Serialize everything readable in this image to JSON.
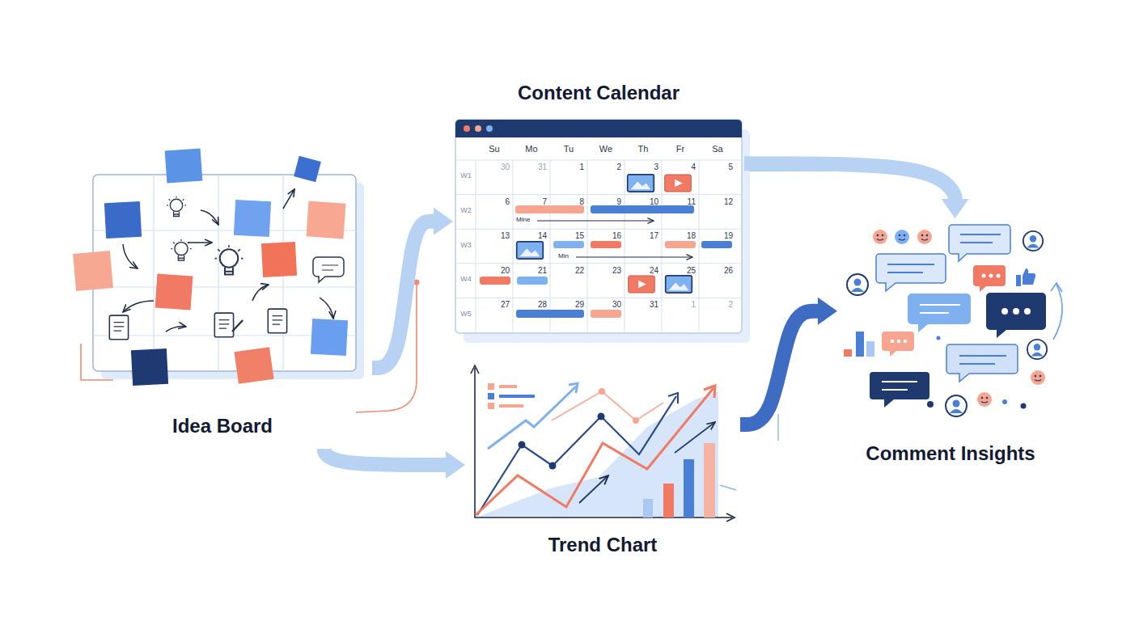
{
  "diagram": {
    "nodes": [
      {
        "text": [
          "Idea Board"
        ]
      },
      {
        "text": [
          "Content Calendar"
        ]
      },
      {
        "text": [
          "Trend Chart"
        ]
      },
      {
        "text": [
          "Comment Insights"
        ]
      }
    ],
    "edges": [
      {
        "from": 0,
        "to": 1,
        "arrow": "to"
      },
      {
        "from": 0,
        "to": 2,
        "arrow": "to"
      },
      {
        "from": 1,
        "to": 3,
        "arrow": "to"
      },
      {
        "from": 2,
        "to": 3,
        "arrow": "to"
      }
    ],
    "labels": [
      "Su",
      "Mo",
      "Tu",
      "We",
      "Th",
      "Fr",
      "Sa",
      "W1",
      "30",
      "31",
      "1",
      "2",
      "3",
      "4",
      "5",
      "W2",
      "6",
      "7",
      "8",
      "9",
      "10",
      "11",
      "12",
      "Mine",
      "W3",
      "13",
      "14",
      "15",
      "16",
      "17",
      "18",
      "19",
      "Min",
      "W4",
      "20",
      "21",
      "22",
      "23",
      "24",
      "25",
      "26",
      "W5",
      "27",
      "28",
      "29",
      "30",
      "31",
      "1",
      "2"
    ]
  }
}
